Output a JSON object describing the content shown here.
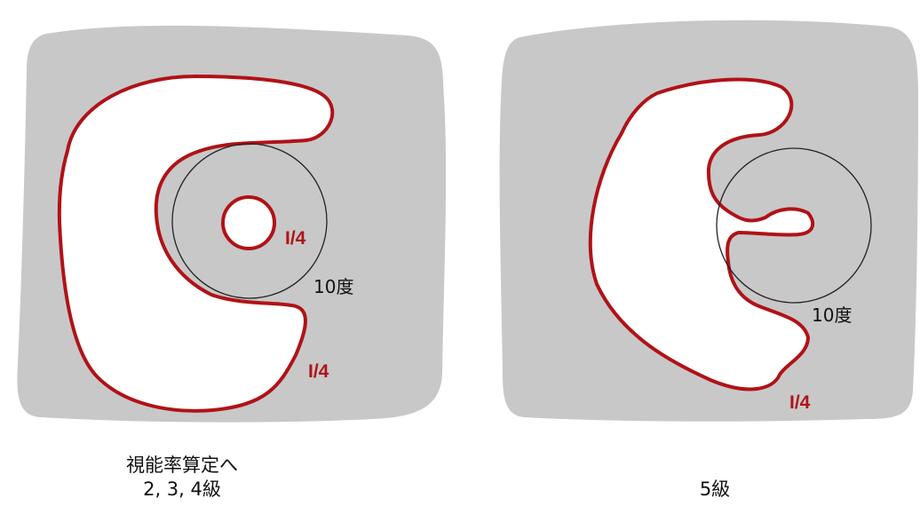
{
  "colors": {
    "field_background": "#c8c8c8",
    "isopter_red": "#b01217",
    "circle_line": "#222222",
    "label_text": "#111111"
  },
  "left_field": {
    "outer_isopter_label": "I/4",
    "inner_isopter_label": "I/4",
    "circle_label": "10度",
    "caption_line1": "視能率算定へ",
    "caption_line2": "2, 3, 4級"
  },
  "right_field": {
    "outer_isopter_label": "I/4",
    "circle_label": "10度",
    "caption": "5級"
  }
}
